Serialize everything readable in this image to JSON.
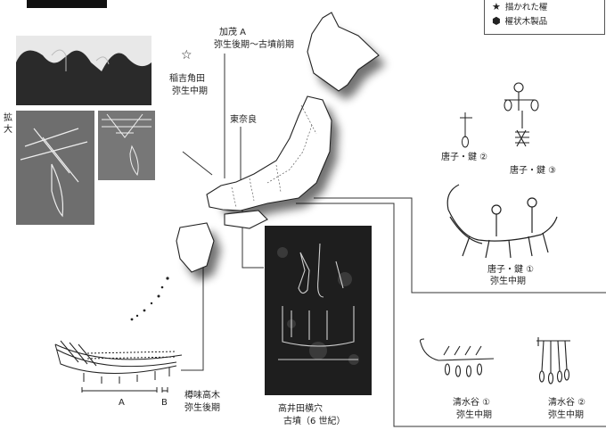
{
  "legend": {
    "star_label": "描かれた櫂",
    "hex_label": "櫂状木製品"
  },
  "sites": {
    "kamo": {
      "name": "加茂 A",
      "period": "弥生後期〜古墳前期"
    },
    "inayoshi": {
      "name": "稲吉角田",
      "period": "弥生中期"
    },
    "higashinara": {
      "name": "東奈良"
    },
    "karako2": {
      "name": "唐子・鍵 ②"
    },
    "karako3": {
      "name": "唐子・鍵 ③"
    },
    "karako1": {
      "name": "唐子・鍵 ①",
      "period": "弥生中期"
    },
    "masumi": {
      "name": "樽味高木",
      "period": "弥生後期"
    },
    "takaida": {
      "name": "高井田横穴",
      "period": "古墳（6 世紀）"
    },
    "shimizu1": {
      "name": "清水谷 ①",
      "period": "弥生中期"
    },
    "shimizu2": {
      "name": "清水谷 ②",
      "period": "弥生中期"
    }
  },
  "kakudai": "拡大",
  "boat_marks": {
    "a": "A",
    "b": "B"
  },
  "colors": {
    "ink": "#222222",
    "photo_bg": "#1a1a1a",
    "line": "#333333"
  }
}
